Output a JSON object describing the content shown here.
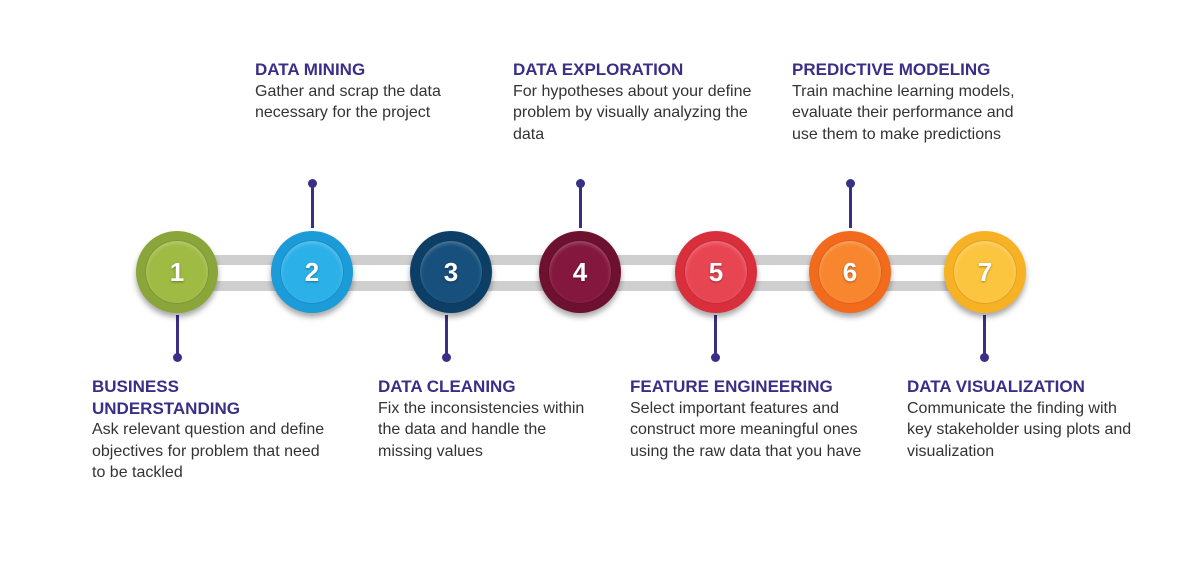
{
  "steps": [
    {
      "number": "1",
      "title": "BUSINESS UNDERSTANDING",
      "description": "Ask relevant question and define objectives for problem that need to be tackled",
      "outer_color": "#8aa63a",
      "inner_color": "#9fbb44"
    },
    {
      "number": "2",
      "title": "DATA MINING",
      "description": "Gather and scrap the data necessary for the project",
      "outer_color": "#1b9bd7",
      "inner_color": "#2cb0e8"
    },
    {
      "number": "3",
      "title": "DATA CLEANING",
      "description": "Fix the inconsistencies within the data and handle the missing values",
      "outer_color": "#0d3f66",
      "inner_color": "#17507c"
    },
    {
      "number": "4",
      "title": "DATA EXPLORATION",
      "description": "For hypotheses about your define problem by visually analyzing the data",
      "outer_color": "#6e1030",
      "inner_color": "#84173d"
    },
    {
      "number": "5",
      "title": "FEATURE ENGINEERING",
      "description": "Select important features and construct more meaningful ones using the raw data that you have",
      "outer_color": "#d92f3d",
      "inner_color": "#e84553"
    },
    {
      "number": "6",
      "title": "PREDICTIVE MODELING",
      "description": "Train machine learning models, evaluate their performance and use them to make predictions",
      "outer_color": "#f26b1d",
      "inner_color": "#f8862e"
    },
    {
      "number": "7",
      "title": "DATA VISUALIZATION",
      "description": "Communicate the finding with key stakeholder using plots and visualization",
      "outer_color": "#f6b224",
      "inner_color": "#fbc540"
    }
  ],
  "colors": {
    "connector": "#3a2f86",
    "title_text": "#3a2f86",
    "body_text": "#333333",
    "track": "#cfcfcf"
  }
}
